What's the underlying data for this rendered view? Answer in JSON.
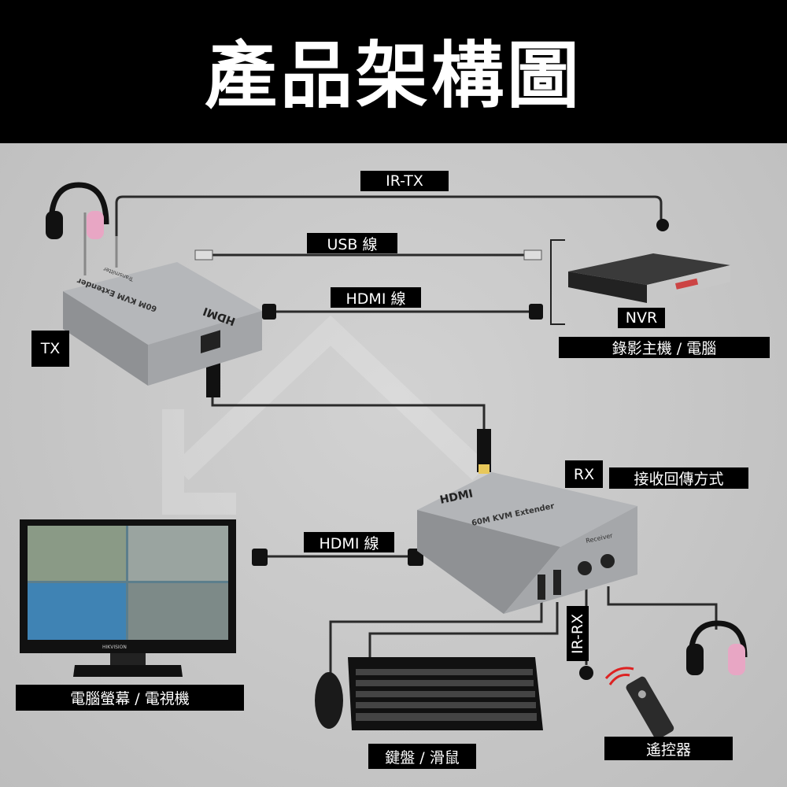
{
  "header": {
    "title": "產品架構圖"
  },
  "labels": {
    "ir_tx": "IR-TX",
    "usb_cable": "USB 線",
    "hdmi_cable_top": "HDMI 線",
    "nvr": "NVR",
    "recorder_pc": "錄影主機 / 電腦",
    "tx": "TX",
    "rx": "RX",
    "rx_method": "接收回傳方式",
    "hdmi_cable_mid": "HDMI 線",
    "ir_rx": "IR-RX",
    "monitor_tv": "電腦螢幕 / 電視機",
    "keyboard_mouse": "鍵盤 / 滑鼠",
    "remote": "遙控器"
  },
  "devices": {
    "tx_brand": "HDMI",
    "tx_model": "60M KVM Extender",
    "tx_role": "Transmitter",
    "rx_brand": "HDMI",
    "rx_model": "60M KVM Extender",
    "rx_role": "Receiver",
    "monitor_brand": "HIKVISION"
  },
  "colors": {
    "label_bg": "#000000",
    "label_text": "#ffffff",
    "device": "#a9abae",
    "cable": "#2a2a2a",
    "headphone_accent": "#e8a6c4"
  }
}
